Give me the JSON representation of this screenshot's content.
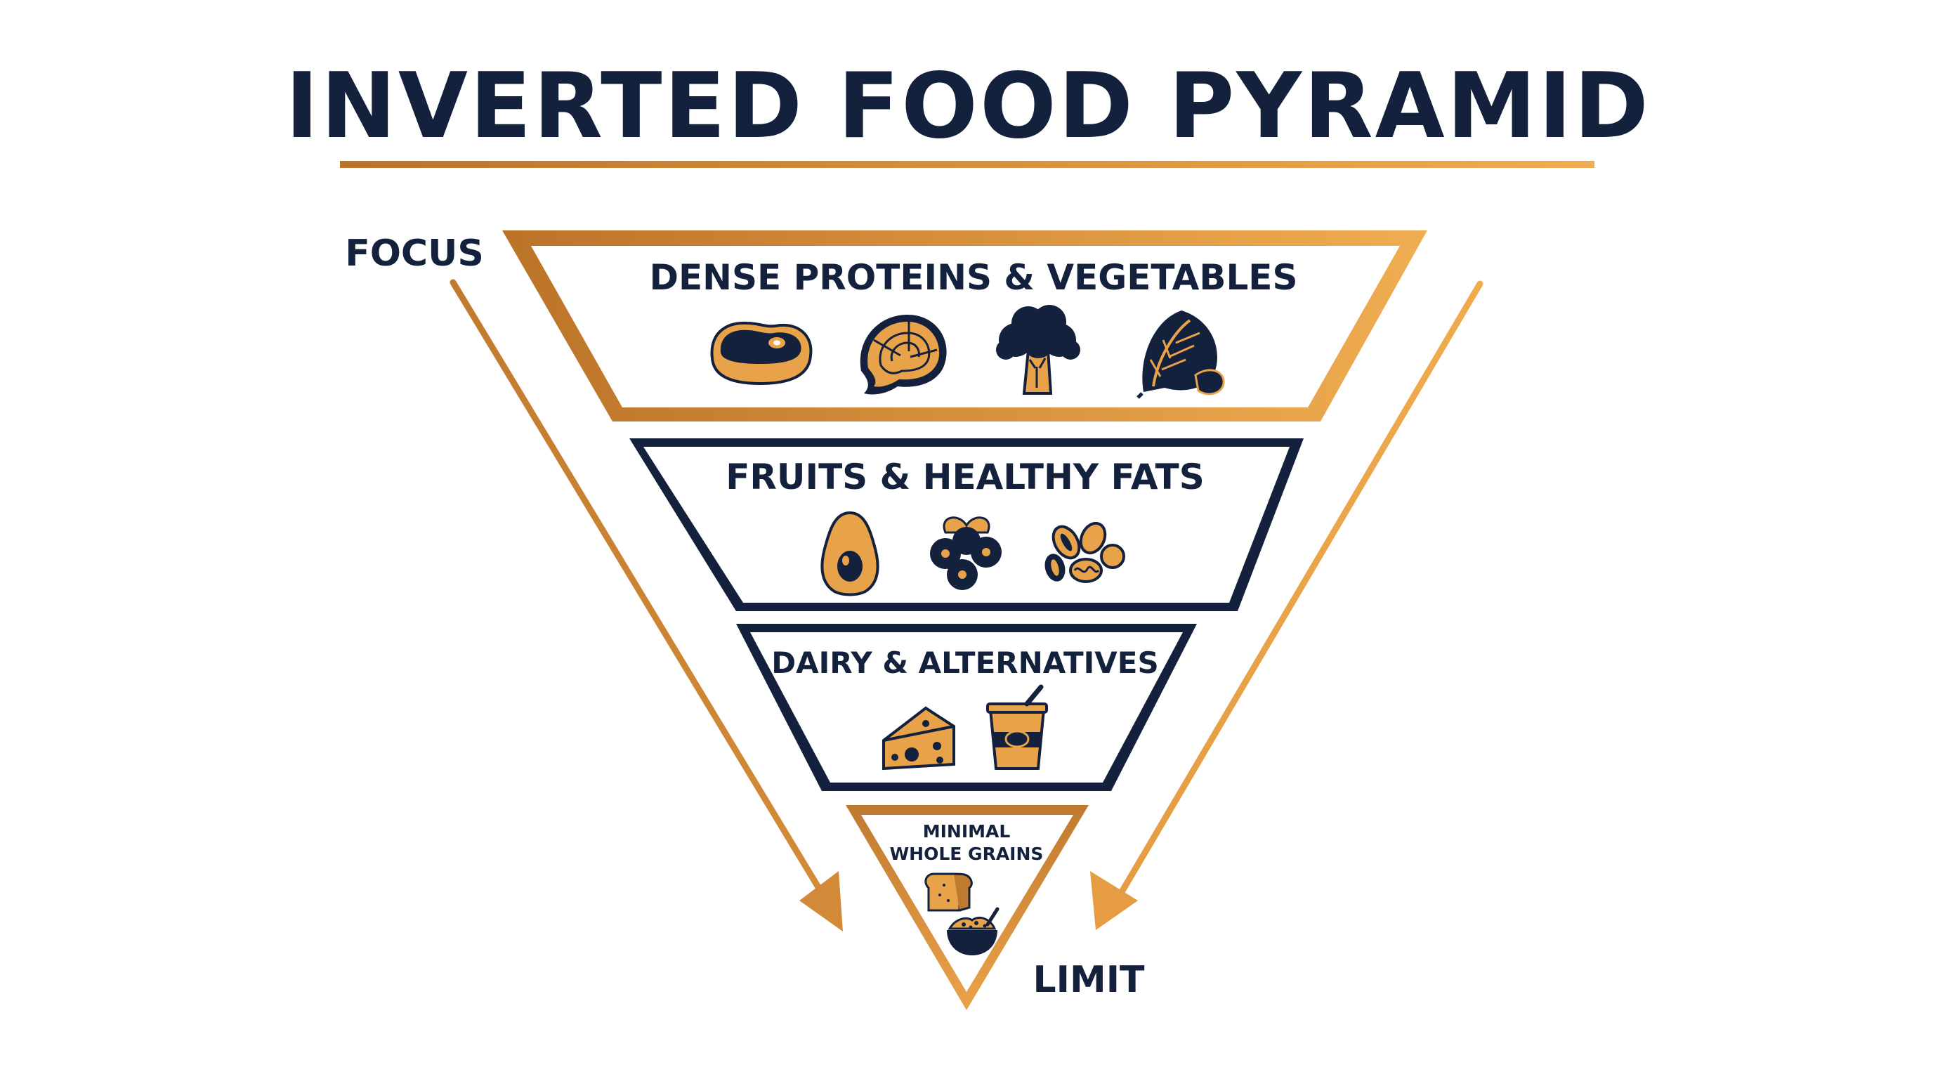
{
  "title": "INVERTED FOOD PYRAMID",
  "labels": {
    "top": "FOCUS",
    "bottom": "LIMIT"
  },
  "tiers": [
    {
      "label": "DENSE PROTEINS & VEGETABLES",
      "icons": [
        "steak-icon",
        "salmon-icon",
        "broccoli-icon",
        "spinach-leaf-icon"
      ]
    },
    {
      "label": "FRUITS & HEALTHY FATS",
      "icons": [
        "avocado-icon",
        "blueberries-icon",
        "nuts-icon"
      ]
    },
    {
      "label": "DAIRY & ALTERNATIVES",
      "icons": [
        "cheese-icon",
        "yogurt-cup-icon"
      ]
    },
    {
      "label_line1": "MINIMAL",
      "label_line2": "WHOLE GRAINS",
      "icons": [
        "bread-loaf-icon",
        "oat-bowl-icon"
      ]
    }
  ],
  "colors": {
    "navy": "#14213d",
    "gold": "#e8a24a",
    "bronze": "#c07a30"
  }
}
